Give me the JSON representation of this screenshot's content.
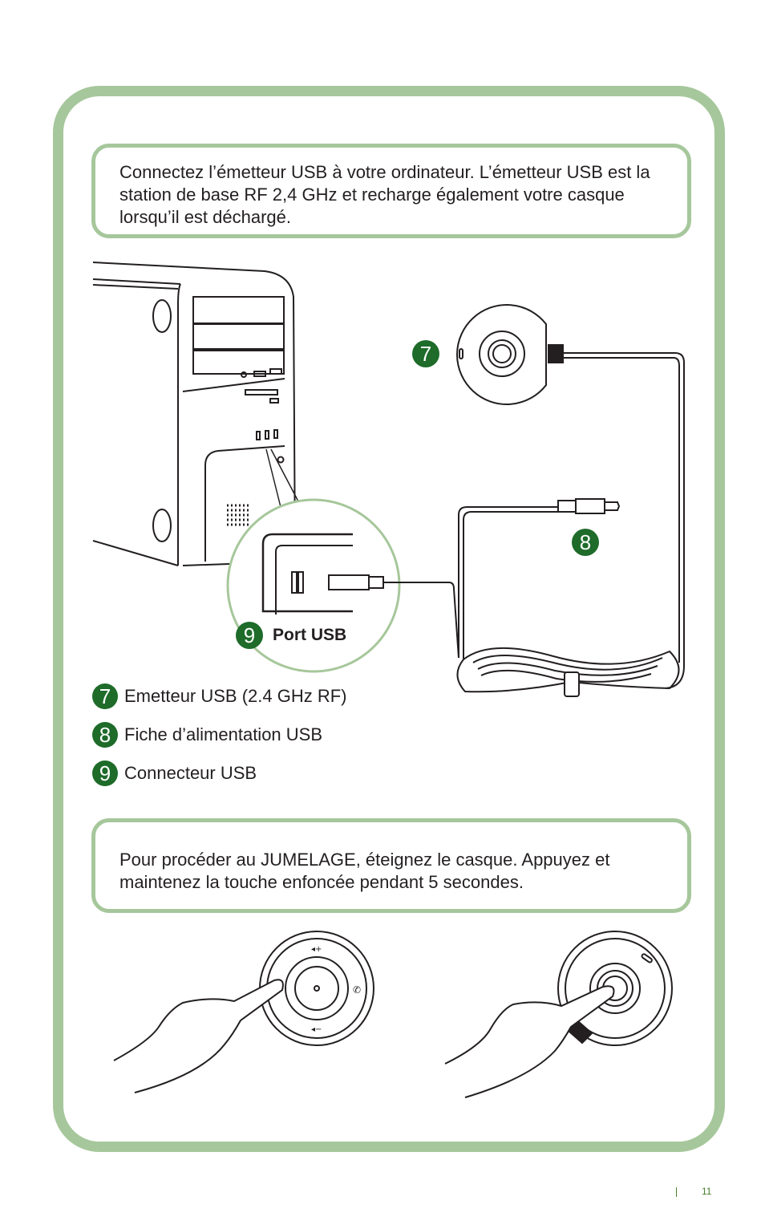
{
  "notes": {
    "top": "Connectez l’émetteur USB à votre ordinateur. L’émetteur USB est la station de base RF 2,4 GHz et recharge également votre casque lorsqu’il est déchargé.",
    "bottom": "Pour procéder au JUMELAGE, éteignez le casque. Appuyez et maintenez la touche enfoncée pendant 5 secondes."
  },
  "callouts": {
    "n7": "7",
    "n8": "8",
    "n9": "9",
    "port_label": "Port USB"
  },
  "legend": [
    {
      "num": "7",
      "label": "Emetteur USB (2.4 GHz RF)"
    },
    {
      "num": "8",
      "label": "Fiche d’alimentation USB"
    },
    {
      "num": "9",
      "label": "Connecteur USB"
    }
  ],
  "page_number": "11",
  "colors": {
    "frame": "#a6c79b",
    "badge": "#1e6b2a"
  }
}
